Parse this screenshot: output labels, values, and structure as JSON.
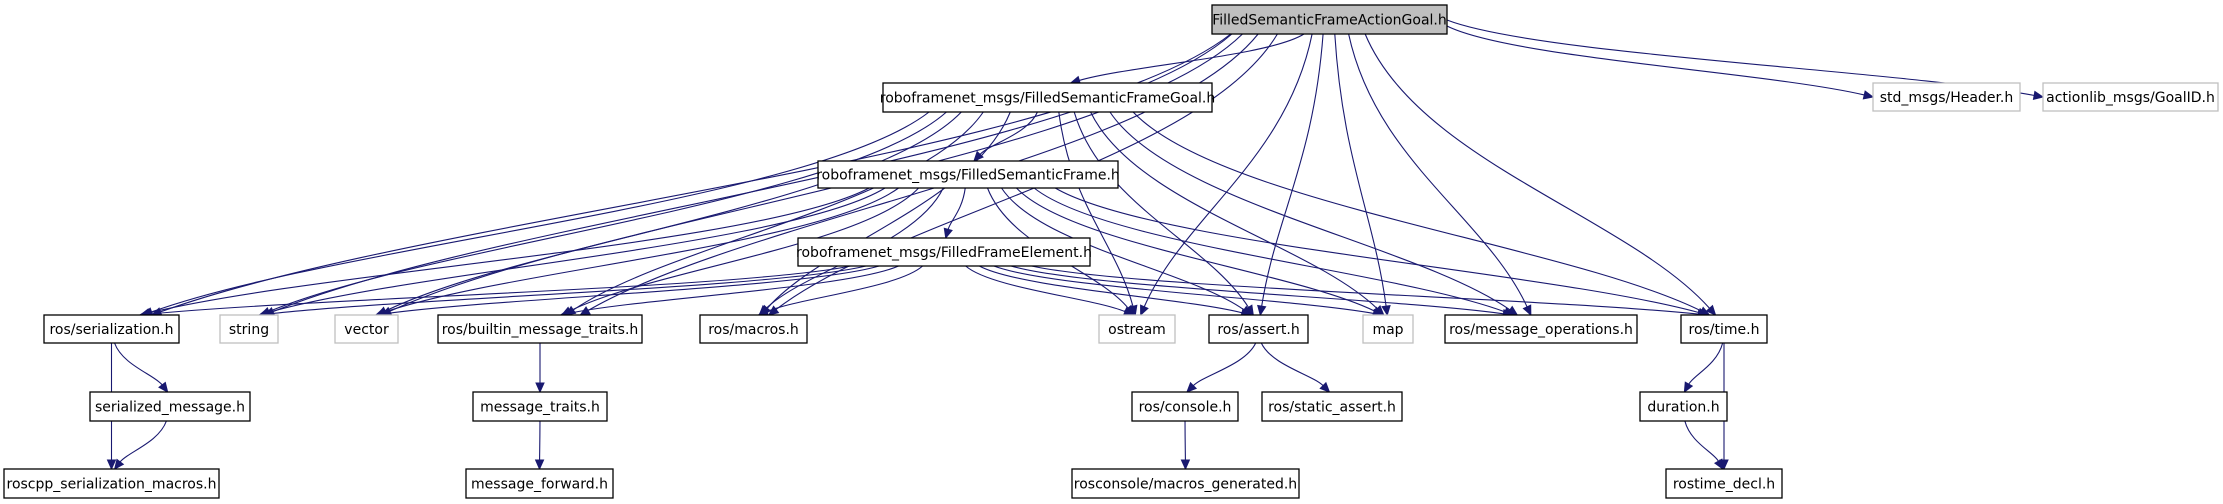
{
  "diagram": {
    "type": "include-dependency-graph",
    "root": "FilledSemanticFrameActionGoal.h",
    "colors": {
      "edge": "#191970",
      "root_fill": "#bfbfbf",
      "local_border": "#000000",
      "external_border": "#bfbfbf"
    },
    "nodes": [
      {
        "id": "root",
        "label": "FilledSemanticFrameActionGoal.h",
        "kind": "root"
      },
      {
        "id": "goal",
        "label": "roboframenet_msgs/FilledSemanticFrameGoal.h",
        "kind": "local"
      },
      {
        "id": "header",
        "label": "std_msgs/Header.h",
        "kind": "external"
      },
      {
        "id": "goalid",
        "label": "actionlib_msgs/GoalID.h",
        "kind": "external"
      },
      {
        "id": "frame",
        "label": "roboframenet_msgs/FilledSemanticFrame.h",
        "kind": "local"
      },
      {
        "id": "element",
        "label": "roboframenet_msgs/FilledFrameElement.h",
        "kind": "local"
      },
      {
        "id": "serialization",
        "label": "ros/serialization.h",
        "kind": "local"
      },
      {
        "id": "string",
        "label": "string",
        "kind": "external"
      },
      {
        "id": "vector",
        "label": "vector",
        "kind": "external"
      },
      {
        "id": "builtin",
        "label": "ros/builtin_message_traits.h",
        "kind": "local"
      },
      {
        "id": "macros",
        "label": "ros/macros.h",
        "kind": "local"
      },
      {
        "id": "ostream",
        "label": "ostream",
        "kind": "external"
      },
      {
        "id": "assert",
        "label": "ros/assert.h",
        "kind": "local"
      },
      {
        "id": "map",
        "label": "map",
        "kind": "external"
      },
      {
        "id": "msgops",
        "label": "ros/message_operations.h",
        "kind": "local"
      },
      {
        "id": "time",
        "label": "ros/time.h",
        "kind": "local"
      },
      {
        "id": "serialized",
        "label": "serialized_message.h",
        "kind": "local"
      },
      {
        "id": "traits",
        "label": "message_traits.h",
        "kind": "local"
      },
      {
        "id": "console",
        "label": "ros/console.h",
        "kind": "local"
      },
      {
        "id": "static_assert",
        "label": "ros/static_assert.h",
        "kind": "local"
      },
      {
        "id": "duration",
        "label": "duration.h",
        "kind": "local"
      },
      {
        "id": "sermacros",
        "label": "roscpp_serialization_macros.h",
        "kind": "local"
      },
      {
        "id": "forward",
        "label": "message_forward.h",
        "kind": "local"
      },
      {
        "id": "macrosgen",
        "label": "rosconsole/macros_generated.h",
        "kind": "local"
      },
      {
        "id": "rostimedecl",
        "label": "rostime_decl.h",
        "kind": "local"
      }
    ],
    "edges": [
      [
        "root",
        "goal"
      ],
      [
        "root",
        "header"
      ],
      [
        "root",
        "goalid"
      ],
      [
        "root",
        "serialization"
      ],
      [
        "root",
        "string"
      ],
      [
        "root",
        "vector"
      ],
      [
        "root",
        "builtin"
      ],
      [
        "root",
        "macros"
      ],
      [
        "root",
        "ostream"
      ],
      [
        "root",
        "assert"
      ],
      [
        "root",
        "map"
      ],
      [
        "root",
        "msgops"
      ],
      [
        "root",
        "time"
      ],
      [
        "goal",
        "frame"
      ],
      [
        "goal",
        "serialization"
      ],
      [
        "goal",
        "string"
      ],
      [
        "goal",
        "vector"
      ],
      [
        "goal",
        "builtin"
      ],
      [
        "goal",
        "macros"
      ],
      [
        "goal",
        "ostream"
      ],
      [
        "goal",
        "assert"
      ],
      [
        "goal",
        "map"
      ],
      [
        "goal",
        "msgops"
      ],
      [
        "goal",
        "time"
      ],
      [
        "frame",
        "element"
      ],
      [
        "frame",
        "serialization"
      ],
      [
        "frame",
        "string"
      ],
      [
        "frame",
        "vector"
      ],
      [
        "frame",
        "builtin"
      ],
      [
        "frame",
        "macros"
      ],
      [
        "frame",
        "ostream"
      ],
      [
        "frame",
        "assert"
      ],
      [
        "frame",
        "map"
      ],
      [
        "frame",
        "msgops"
      ],
      [
        "frame",
        "time"
      ],
      [
        "element",
        "serialization"
      ],
      [
        "element",
        "string"
      ],
      [
        "element",
        "vector"
      ],
      [
        "element",
        "builtin"
      ],
      [
        "element",
        "macros"
      ],
      [
        "element",
        "ostream"
      ],
      [
        "element",
        "assert"
      ],
      [
        "element",
        "map"
      ],
      [
        "element",
        "msgops"
      ],
      [
        "element",
        "time"
      ],
      [
        "serialization",
        "serialized"
      ],
      [
        "serialization",
        "sermacros"
      ],
      [
        "serialized",
        "sermacros"
      ],
      [
        "builtin",
        "traits"
      ],
      [
        "traits",
        "forward"
      ],
      [
        "assert",
        "console"
      ],
      [
        "assert",
        "static_assert"
      ],
      [
        "console",
        "macrosgen"
      ],
      [
        "time",
        "duration"
      ],
      [
        "time",
        "rostimedecl"
      ],
      [
        "duration",
        "rostimedecl"
      ]
    ]
  }
}
